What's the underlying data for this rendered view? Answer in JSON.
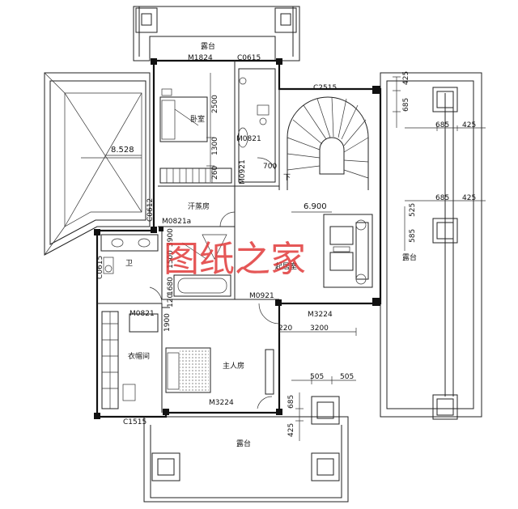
{
  "rooms": {
    "top_terrace": "露台",
    "bedroom": "卧室",
    "sauna": "汗蒸房",
    "bath": "卫",
    "living": "起居室",
    "right_terrace": "露台",
    "closet": "衣帽间",
    "master": "主人房",
    "bottom_terrace": "露台"
  },
  "codes": {
    "m1824": "M1824",
    "c0615": "C0615",
    "c2515": "C2515",
    "m0821": "M0821",
    "m0921_upper": "M0921",
    "c0612": "C0612",
    "m0821a": "M0821a",
    "c0615_side": "C0615",
    "m0921_lower": "M0921",
    "m0821_lower": "M0821",
    "m3224_upper": "M3224",
    "m3224_lower": "M3224",
    "c1515": "C1515"
  },
  "dimensions": {
    "d2500": "2500",
    "d1300": "1300",
    "d260": "260",
    "d700": "700",
    "d1500": "1500",
    "d1680": "1680",
    "d3900": "3900",
    "d120": "120",
    "d1900": "1900",
    "d3200": "3200",
    "d220": "220",
    "d425_a": "425",
    "d685_a": "685",
    "d685_b": "685",
    "d425_b": "425",
    "d685_c": "685",
    "d425_c": "425",
    "d525": "525",
    "d585": "585",
    "d505_a": "505",
    "d505_b": "505",
    "d685_d": "685",
    "d425_d": "425"
  },
  "annotations": {
    "roof_height": "8.528",
    "floor_level": "6.900",
    "stair_down": "下"
  },
  "watermark": "图纸之家",
  "colors": {
    "line": "#111111",
    "watermark": "#e03a3a",
    "background": "#ffffff"
  }
}
